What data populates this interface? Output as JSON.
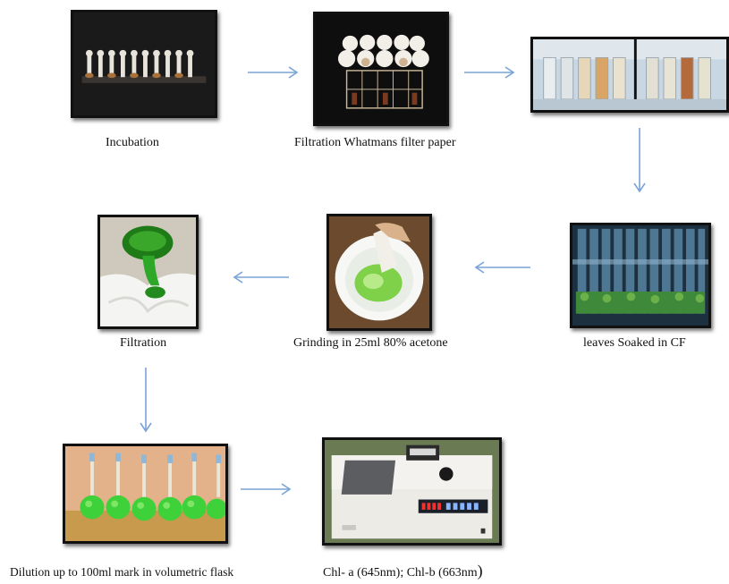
{
  "steps": [
    {
      "id": "incubation",
      "caption": "Incubation"
    },
    {
      "id": "filtration-paper",
      "caption": "Filtration Whatmans filter paper"
    },
    {
      "id": "test-tubes",
      "caption": ""
    },
    {
      "id": "soaked",
      "caption": "leaves Soaked in CF"
    },
    {
      "id": "grinding",
      "caption": "Grinding in 25ml 80% acetone"
    },
    {
      "id": "filtration",
      "caption": "Filtration"
    },
    {
      "id": "dilution",
      "caption": "Dilution up to 100ml mark in volumetric flask"
    },
    {
      "id": "measure",
      "caption": "Chl- a (645nm); Chl-b (663nm",
      "caption_tail": ")"
    }
  ],
  "colors": {
    "arrow": "#7aa3d6",
    "frame": "#111111",
    "green": "#2fbf2a"
  },
  "icons": [
    "arrow-right",
    "arrow-down",
    "arrow-left"
  ]
}
